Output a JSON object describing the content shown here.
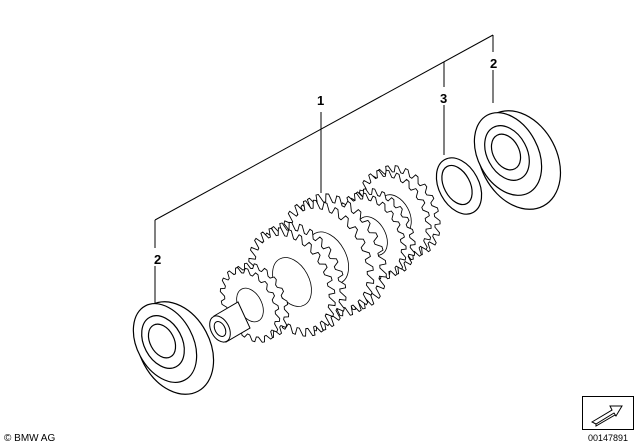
{
  "diagram": {
    "callouts": {
      "shaft": "1",
      "bearing_right": "2",
      "bearing_left": "2",
      "spacer_ring": "3"
    },
    "footer": {
      "copyright": "© BMW AG",
      "drawing_number": "00147891"
    }
  },
  "colors": {
    "line": "#000000",
    "background": "#ffffff"
  },
  "icons": {
    "orientation": "arrow-icon"
  }
}
